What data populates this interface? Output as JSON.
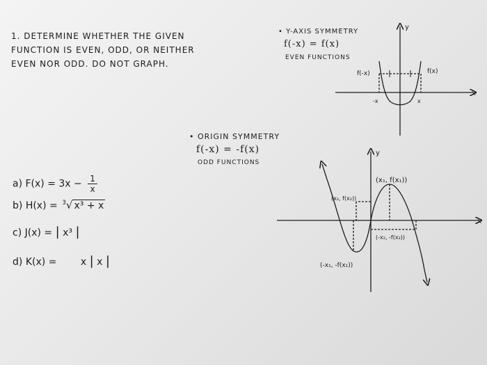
{
  "question": {
    "line1": "1. DETERMINE WHETHER THE GIVEN",
    "line2": "FUNCTION IS EVEN, ODD, OR NEITHER",
    "line3": "EVEN NOR ODD. DO NOT GRAPH."
  },
  "y_symmetry": {
    "title": "• Y-AXIS SYMMETRY",
    "equation": "f(-x) = f(x)",
    "subtitle": "EVEN FUNCTIONS",
    "graph": {
      "y_label": "y",
      "x_label": "x",
      "left_label": "f(-x)",
      "right_label": "f(x)",
      "neg_tick": "-x",
      "pos_tick": "x"
    }
  },
  "origin_symmetry": {
    "title": "• ORIGIN SYMMETRY",
    "equation": "f(-x) = -f(x)",
    "subtitle": "ODD FUNCTIONS",
    "graph": {
      "y_label": "y",
      "x_label": "x",
      "p1": "(x₁, f(x₁))",
      "p2": "(x₂, f(x₂))",
      "p3": "(-x₂, -f(x₂))",
      "p4": "(-x₁, -f(x₁))"
    }
  },
  "problems": {
    "a": {
      "label": "a)",
      "lhs": "F(x) = 3x −",
      "num": "1",
      "den": "x"
    },
    "b": {
      "label": "b)",
      "lhs": "H(x) =",
      "index": "3",
      "radicand": "x³ + x"
    },
    "c": {
      "label": "c)",
      "lhs": "J(x) =",
      "abs": "x³"
    },
    "d": {
      "label": "d)",
      "lhs": "K(x) =",
      "rhs_x": "x",
      "abs": "x"
    }
  }
}
